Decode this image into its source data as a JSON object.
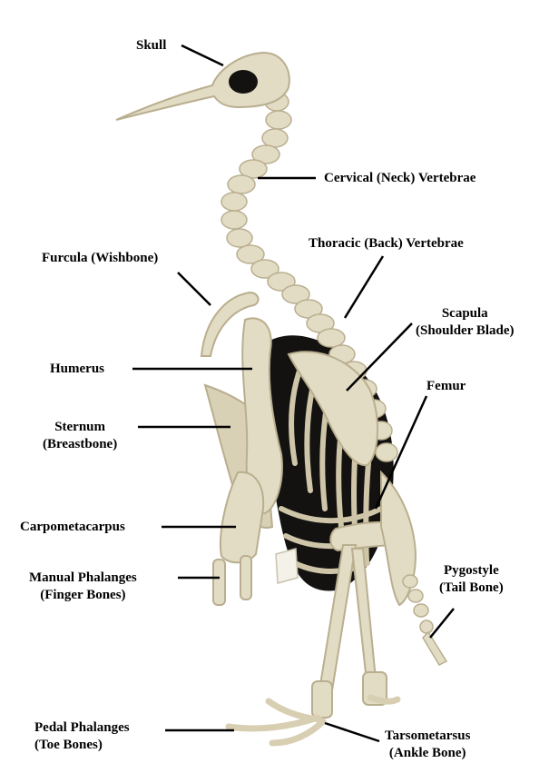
{
  "colors": {
    "bone": "#e3dcc4",
    "bone_shadow": "#b9ae8f",
    "cavity": "#141210",
    "leader": "#000000",
    "background": "#ffffff"
  },
  "labels": {
    "skull": "Skull",
    "cervical": "Cervical (Neck) Vertebrae",
    "thoracic": "Thoracic (Back) Vertebrae",
    "furcula": "Furcula (Wishbone)",
    "scapula_1": "Scapula",
    "scapula_2": "(Shoulder Blade)",
    "humerus": "Humerus",
    "femur": "Femur",
    "sternum_1": "Sternum",
    "sternum_2": "(Breastbone)",
    "carpometacarpus": "Carpometacarpus",
    "manual_1": "Manual Phalanges",
    "manual_2": "(Finger Bones)",
    "pygostyle_1": "Pygostyle",
    "pygostyle_2": "(Tail Bone)",
    "pedal_1": "Pedal Phalanges",
    "pedal_2": "(Toe Bones)",
    "tarso_1": "Tarsometarsus",
    "tarso_2": "(Ankle Bone)"
  }
}
